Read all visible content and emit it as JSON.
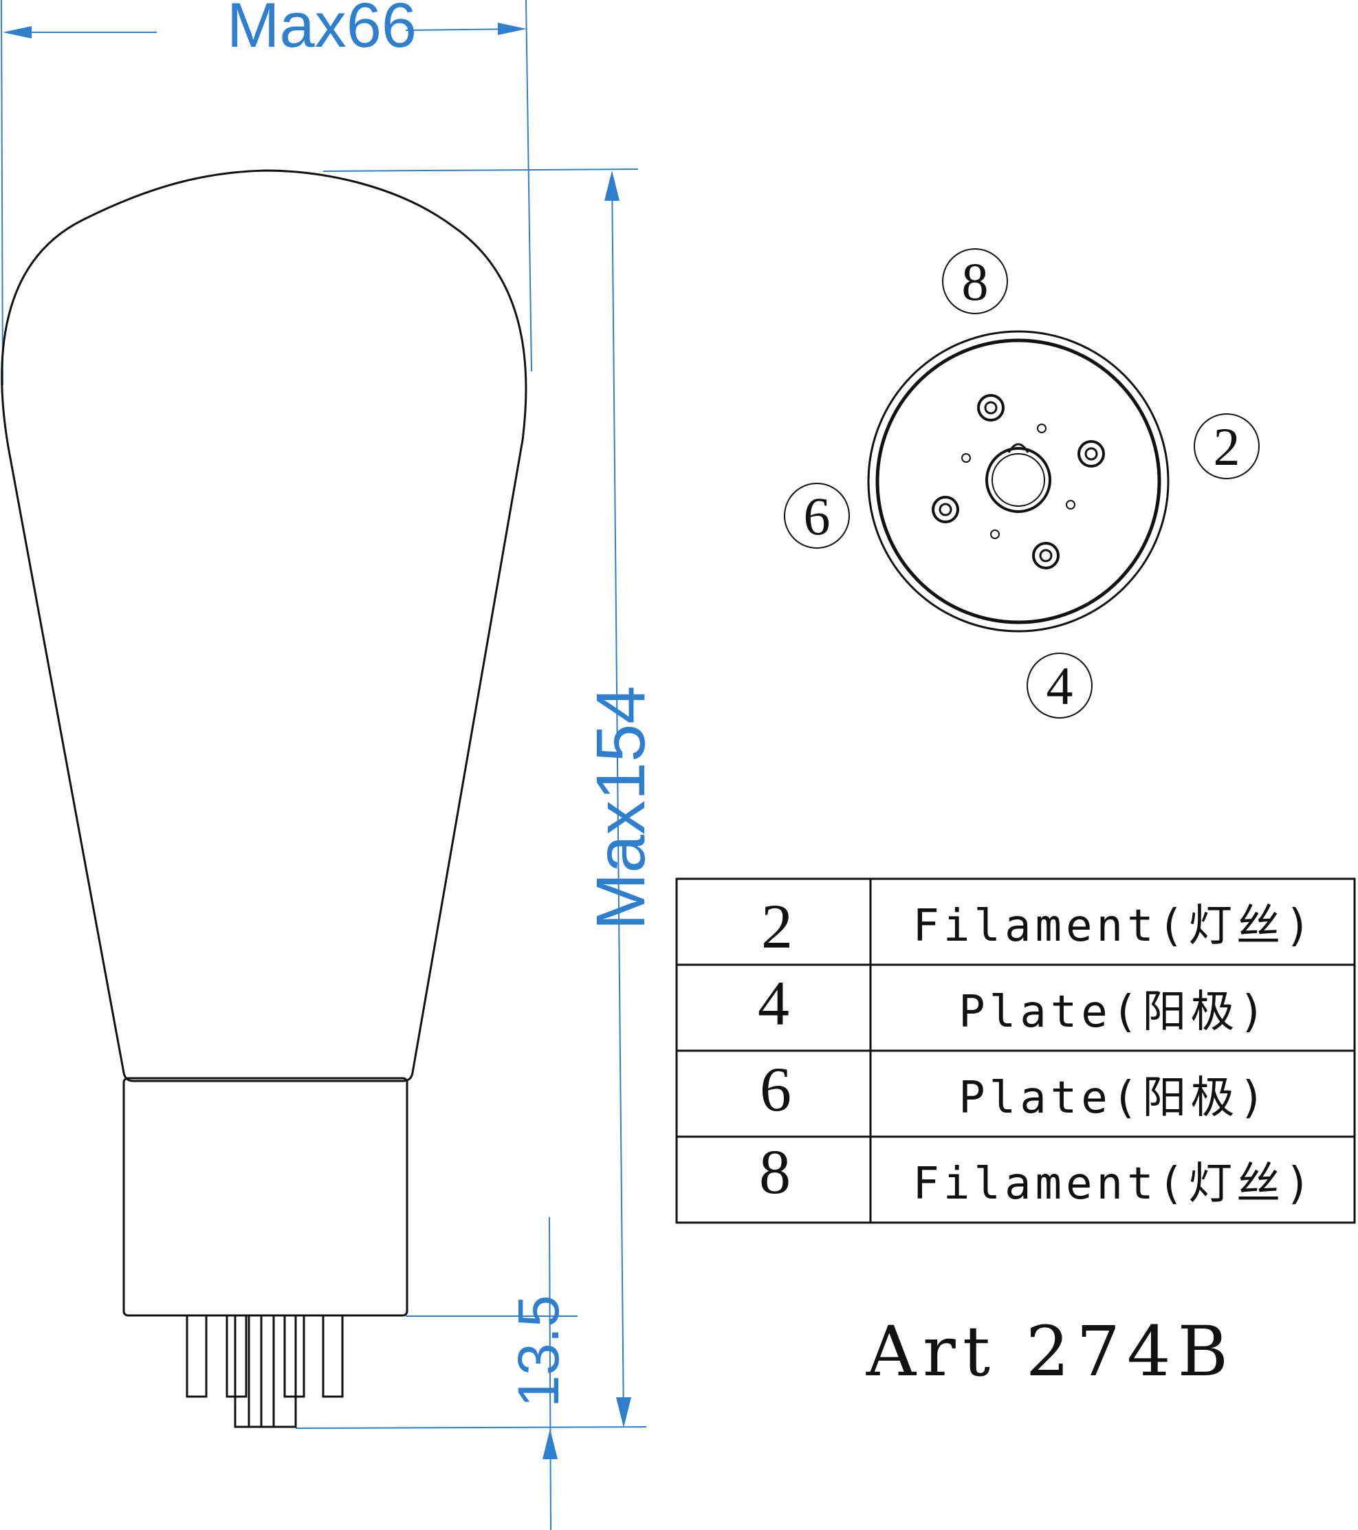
{
  "colors": {
    "dimension": "#2f7fcf",
    "outline": "#111111",
    "background": "#ffffff"
  },
  "dimensions": {
    "width": "Max66",
    "height": "Max154",
    "pin_length": "13.5"
  },
  "socket_labels": [
    "8",
    "2",
    "6",
    "4"
  ],
  "pin_table": {
    "rows": [
      {
        "pin": "2",
        "function": "Filament(灯丝)"
      },
      {
        "pin": "4",
        "function": "Plate(阳极)"
      },
      {
        "pin": "6",
        "function": "Plate(阳极)"
      },
      {
        "pin": "8",
        "function": "Filament(灯丝)"
      }
    ]
  },
  "model": "Art 274B"
}
